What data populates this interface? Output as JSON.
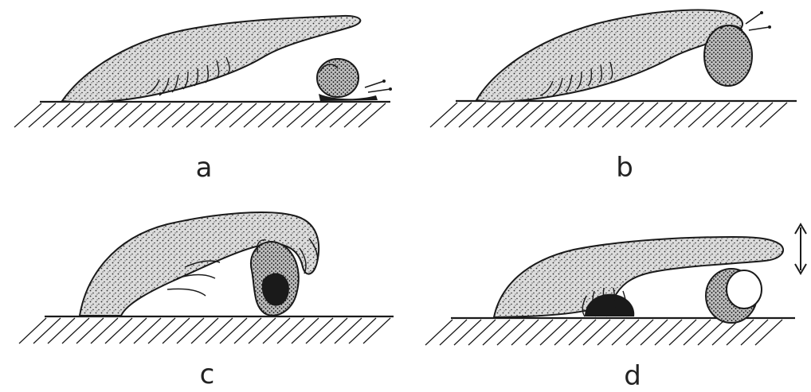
{
  "figure": {
    "panels": [
      {
        "id": "a",
        "label": "a"
      },
      {
        "id": "b",
        "label": "b"
      },
      {
        "id": "c",
        "label": "c"
      },
      {
        "id": "d",
        "label": "d"
      }
    ],
    "colors": {
      "ink": "#1a1a1a",
      "body_fill": "#d9d9d9",
      "background": "#ffffff"
    }
  }
}
